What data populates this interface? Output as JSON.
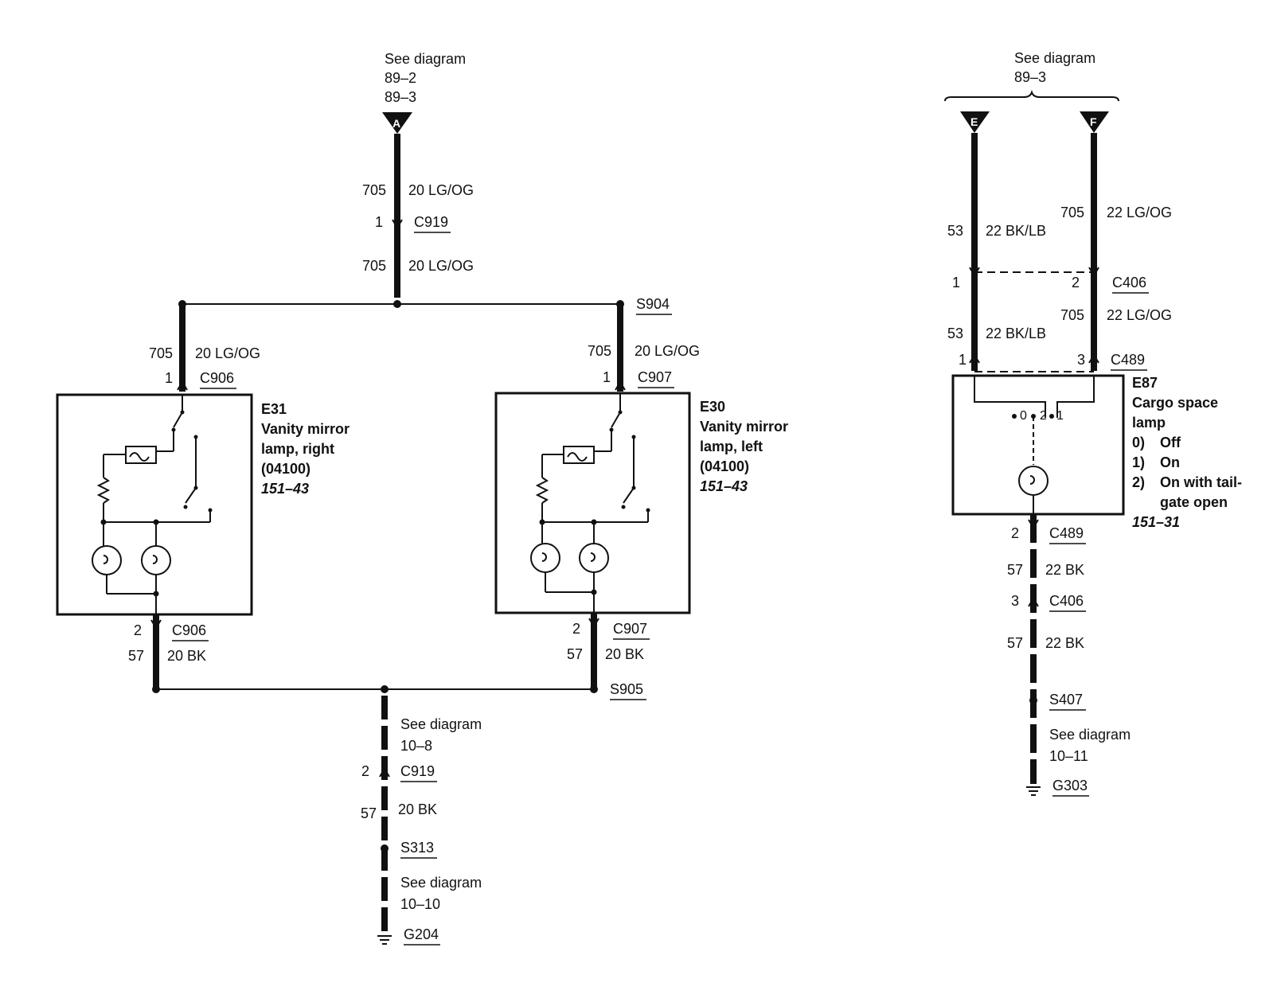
{
  "refs": {
    "top_center": [
      "See diagram",
      "89–2",
      "89–3"
    ],
    "top_right": [
      "See diagram",
      "89–3"
    ],
    "bottom_center_a": [
      "See diagram",
      "10–8"
    ],
    "bottom_center_b": [
      "See diagram",
      "10–10"
    ],
    "bottom_right": [
      "See diagram",
      "10–11"
    ]
  },
  "connectors": {
    "A": "A",
    "E": "E",
    "F": "F",
    "c919": "C919",
    "c906": "C906",
    "c907": "C907",
    "s904": "S904",
    "s905": "S905",
    "s313": "S313",
    "g204": "G204",
    "c406": "C406",
    "c489": "C489",
    "s407": "S407",
    "g303": "G303"
  },
  "circuits": {
    "n705": "705",
    "lgog20": "20 LG/OG",
    "lgog22": "22 LG/OG",
    "n57": "57",
    "bk20": "20 BK",
    "bk22": "22 BK",
    "n53": "53",
    "bklb22": "22 BK/LB"
  },
  "pins": {
    "p0": "0",
    "p1": "1",
    "p2": "2",
    "p3": "3"
  },
  "components": {
    "e31": {
      "id": "E31",
      "name1": "Vanity mirror",
      "name2": "lamp, right",
      "code": "(04100)",
      "page": "151–43"
    },
    "e30": {
      "id": "E30",
      "name1": "Vanity mirror",
      "name2": "lamp, left",
      "code": "(04100)",
      "page": "151–43"
    },
    "e87": {
      "id": "E87",
      "name1": "Cargo space",
      "name2": "lamp",
      "s0n": "0)",
      "s0": "Off",
      "s1n": "1)",
      "s1": "On",
      "s2n": "2)",
      "s2a": "On with tail-",
      "s2b": "gate open",
      "page": "151–31"
    }
  }
}
